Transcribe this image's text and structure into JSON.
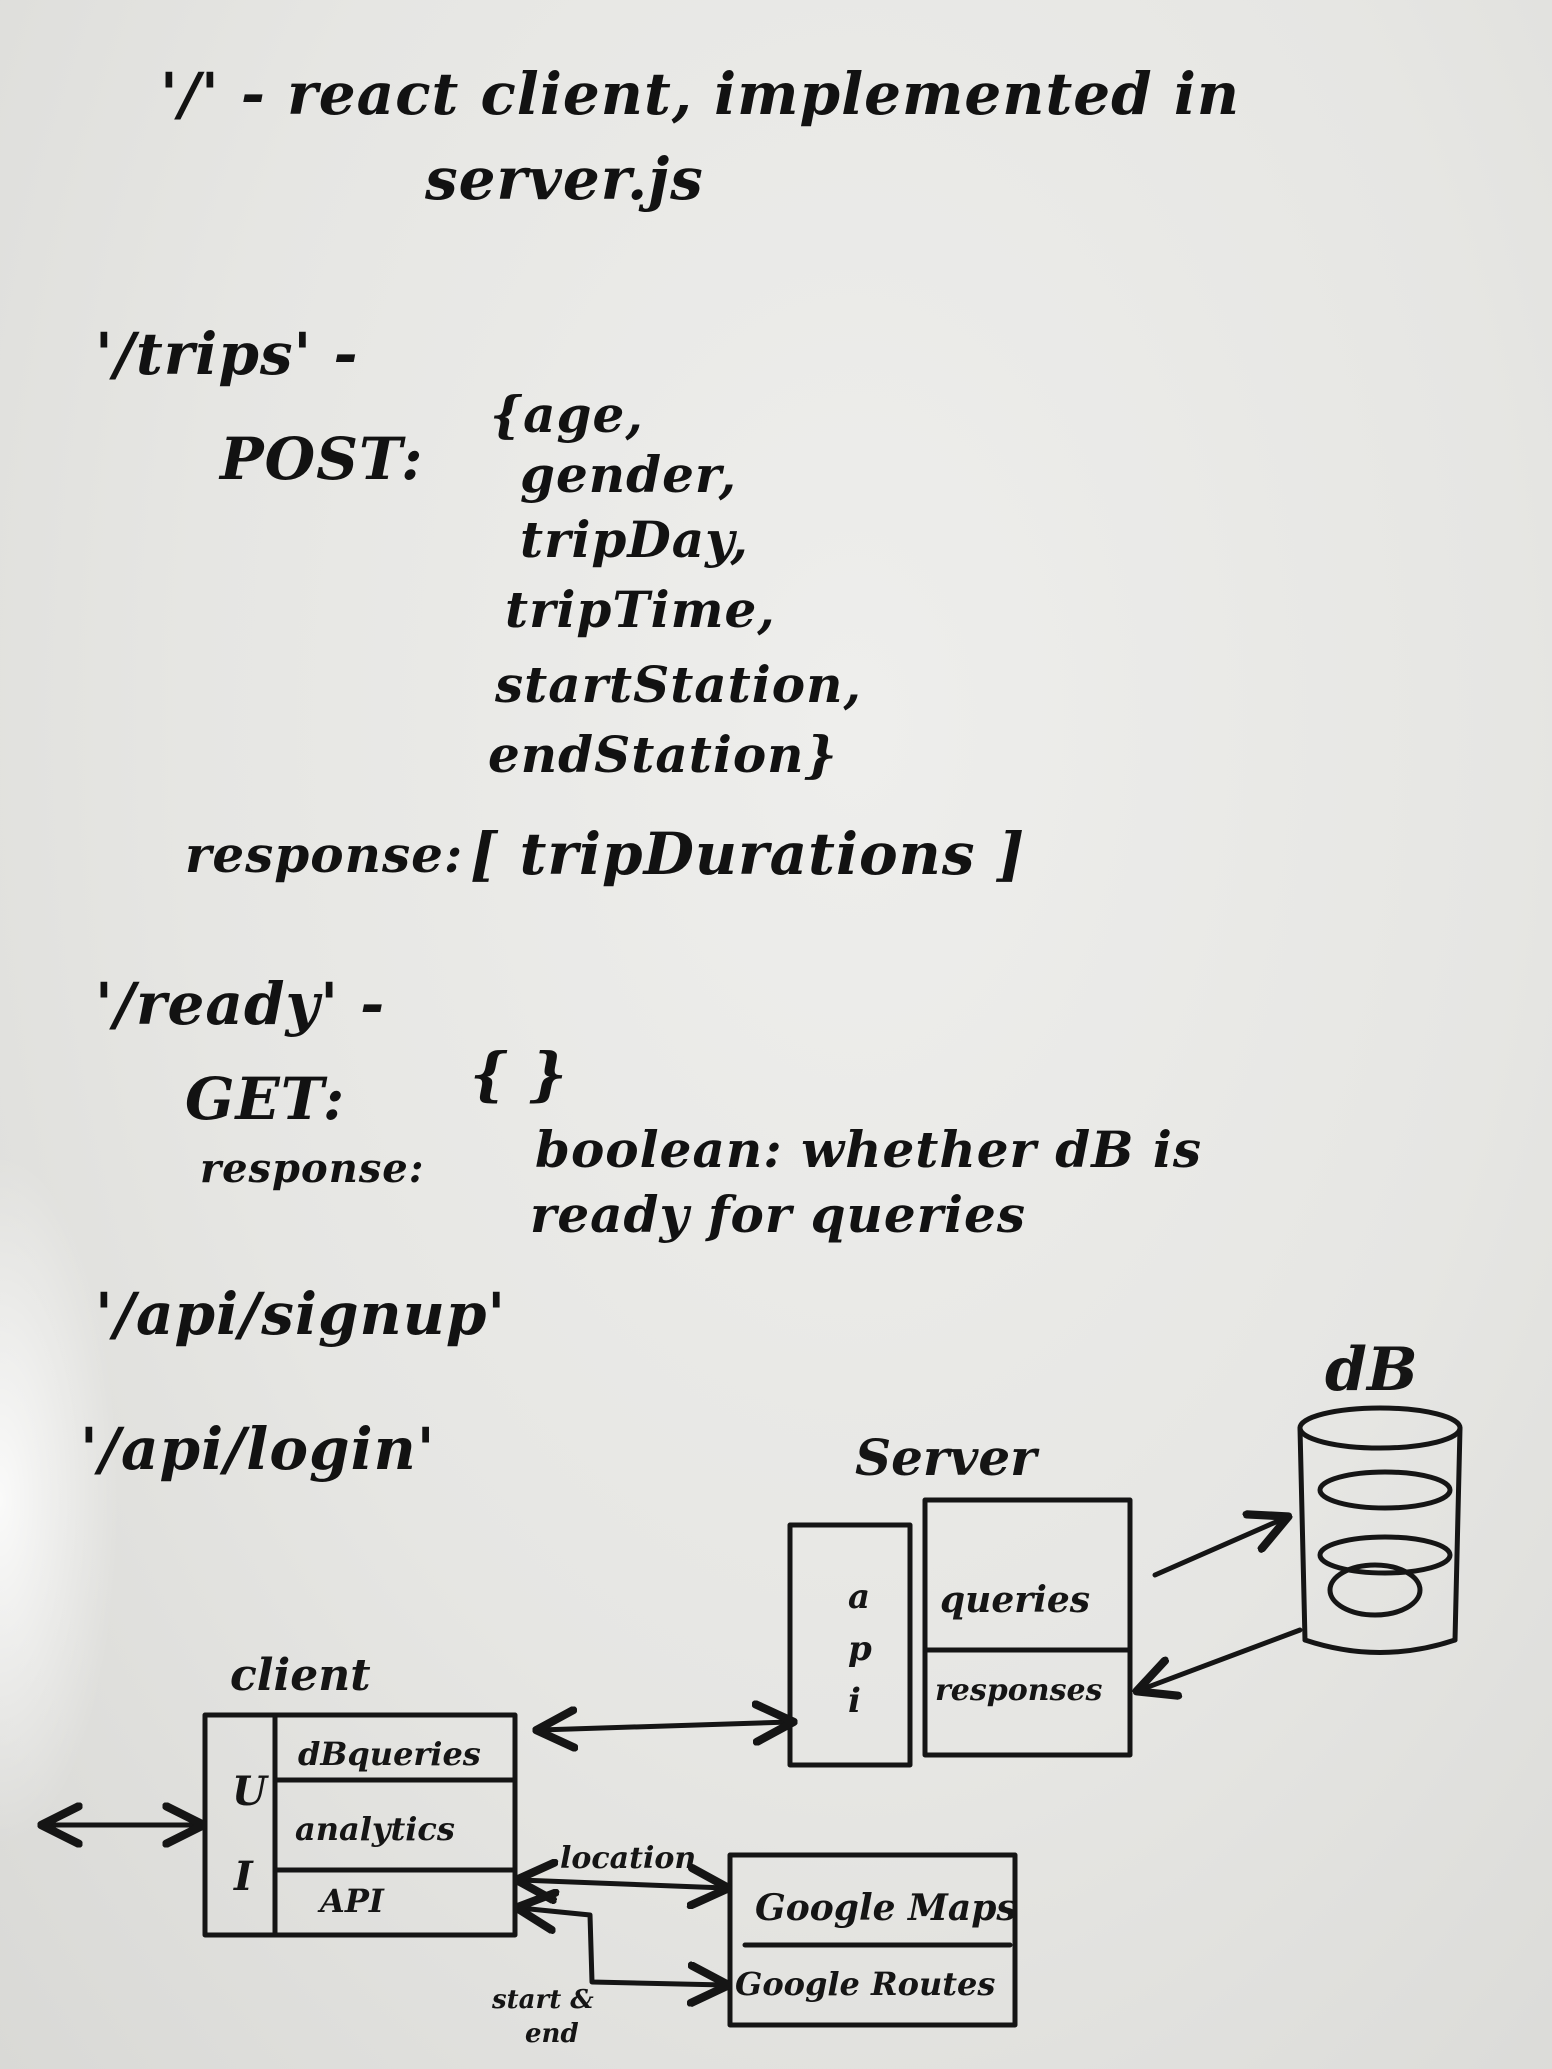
{
  "notes": {
    "root_route": "'/' - react client, implemented in",
    "root_route_cont": "server.js",
    "trips_route": "'/trips' -",
    "trips_method": "POST:",
    "trips_body": [
      "{age,",
      "gender,",
      "tripDay,",
      "tripTime,",
      "startStation,",
      "endStation}"
    ],
    "trips_response_label": "response:",
    "trips_response_value": "[ tripDurations ]",
    "ready_route": "'/ready' -",
    "ready_method": "GET:",
    "ready_body": "{ }",
    "ready_response_label": "response:",
    "ready_response_value": "boolean: whether dB is",
    "ready_response_value_cont": "ready for queries",
    "signup_route": "'/api/signup'",
    "login_route": "'/api/login'"
  },
  "diagram": {
    "client_title": "client",
    "client_ui_label": [
      "U",
      "I"
    ],
    "client_sections": [
      "dBqueries",
      "analytics",
      "API"
    ],
    "server_title": "Server",
    "server_api_label": [
      "a",
      "p",
      "i"
    ],
    "server_sections": [
      "queries",
      "responses"
    ],
    "db_title": "dB",
    "google_sections": [
      "Google Maps",
      "Google Routes"
    ],
    "edge_location": "location",
    "edge_start_end": [
      "start &",
      "end"
    ]
  }
}
